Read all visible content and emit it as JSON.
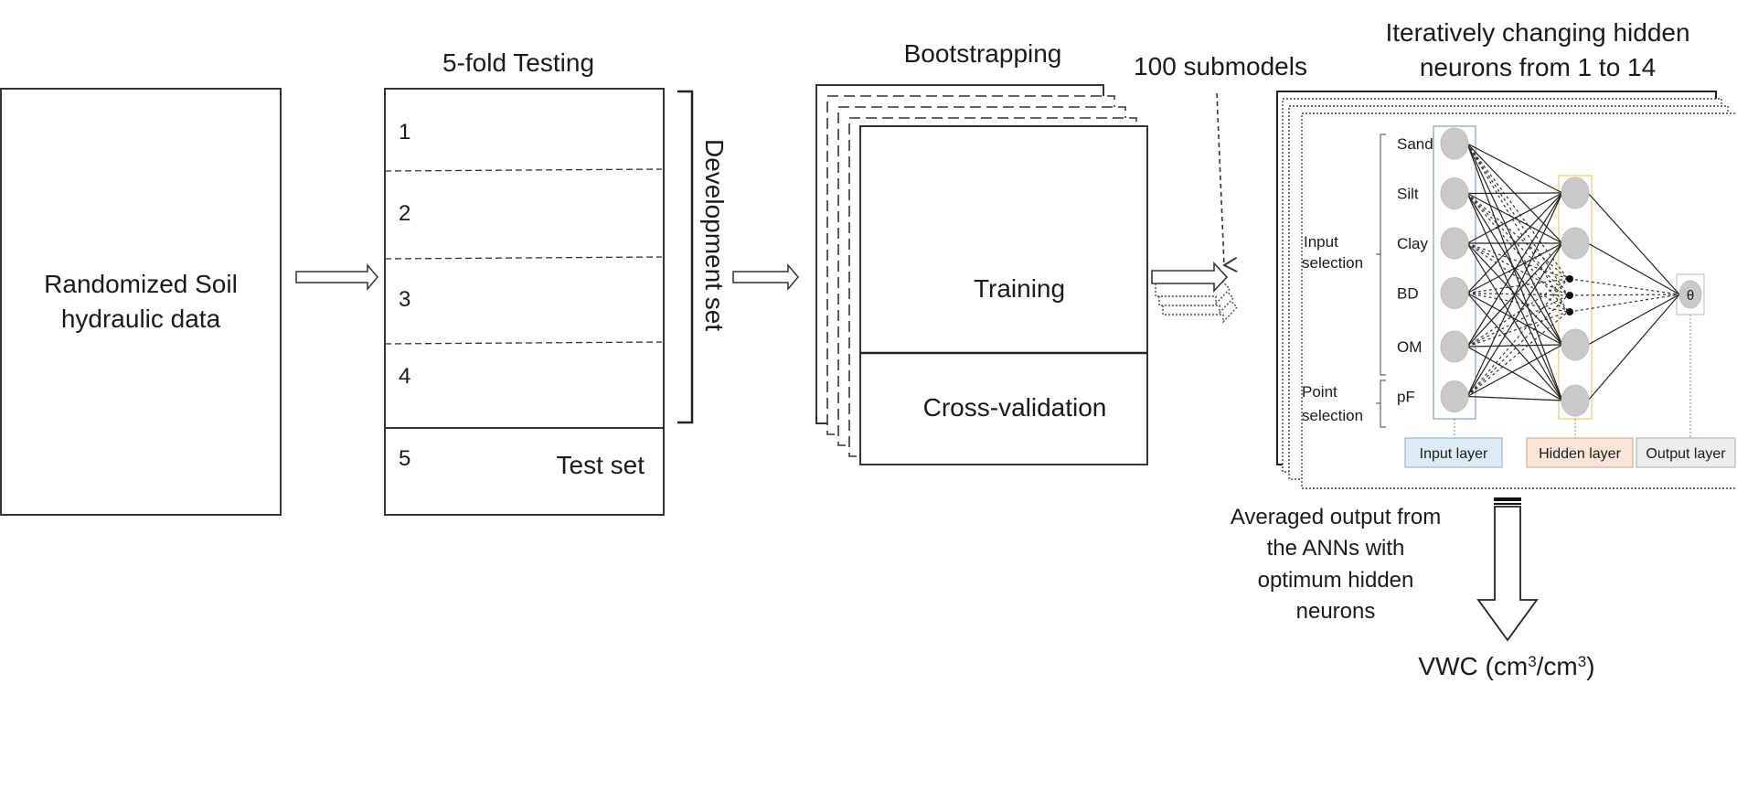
{
  "stage1": {
    "label_line1": "Randomized Soil",
    "label_line2": "hydraulic data"
  },
  "stage2": {
    "title": "5-fold Testing",
    "folds": [
      "1",
      "2",
      "3",
      "4",
      "5"
    ],
    "test_label": "Test set",
    "bracket_label": "Development set"
  },
  "stage3": {
    "title": "Bootstrapping",
    "training_label": "Training",
    "cv_label": "Cross-validation"
  },
  "stage4": {
    "submodels_label": "100 submodels",
    "title_line1": "Iteratively changing hidden",
    "title_line2": "neurons from 1 to 14",
    "inputs": [
      "Sand",
      "Silt",
      "Clay",
      "BD",
      "OM",
      "pF"
    ],
    "input_group_line1": "Input",
    "input_group_line2": "selection",
    "point_group_line1": "Point",
    "point_group_line2": "selection",
    "output_symbol": "θ",
    "layers": [
      {
        "label": "Input layer",
        "color": "#deebf7",
        "border": "#9db3c9"
      },
      {
        "label": "Hidden layer",
        "color": "#fbe5d6",
        "border": "#c9b2a0"
      },
      {
        "label": "Output layer",
        "color": "#ededed",
        "border": "#b5b5b5"
      }
    ],
    "hidden_neurons_shown": 4
  },
  "output": {
    "caption_lines": [
      "Averaged output from",
      "the ANNs with",
      "optimum hidden",
      "neurons"
    ],
    "result_prefix": "VWC (cm",
    "result_sup1": "3",
    "result_mid": "/cm",
    "result_sup2": "3",
    "result_suffix": ")"
  }
}
